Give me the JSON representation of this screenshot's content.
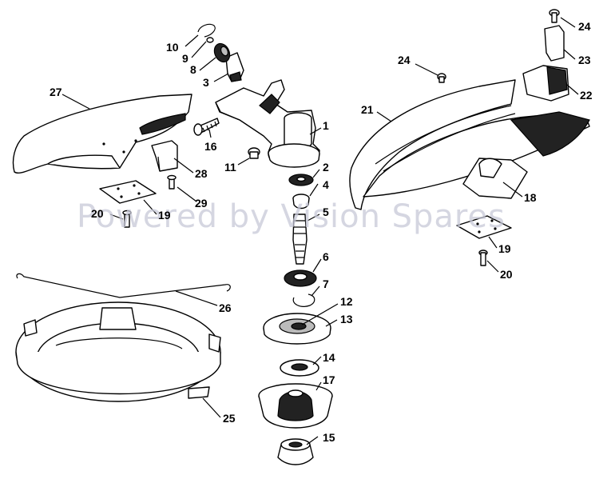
{
  "watermark": "Powered by Vision Spares",
  "callouts": [
    {
      "text": "1"
    },
    {
      "text": "2"
    },
    {
      "text": "3"
    },
    {
      "text": "4"
    },
    {
      "text": "5"
    },
    {
      "text": "6"
    },
    {
      "text": "7"
    },
    {
      "text": "8"
    },
    {
      "text": "9"
    },
    {
      "text": "10"
    },
    {
      "text": "11"
    },
    {
      "text": "12"
    },
    {
      "text": "13"
    },
    {
      "text": "14"
    },
    {
      "text": "15"
    },
    {
      "text": "16"
    },
    {
      "text": "17"
    },
    {
      "text": "18"
    },
    {
      "text": "19"
    },
    {
      "text": "20"
    },
    {
      "text": "21"
    },
    {
      "text": "22"
    },
    {
      "text": "23"
    },
    {
      "text": "24"
    },
    {
      "text": "24"
    },
    {
      "text": "25"
    },
    {
      "text": "26"
    },
    {
      "text": "27"
    },
    {
      "text": "28"
    },
    {
      "text": "29"
    },
    {
      "text": "19"
    },
    {
      "text": "20"
    }
  ],
  "colors": {
    "ink": "#000000",
    "watermark": "#c7c9d8",
    "background": "#ffffff"
  }
}
